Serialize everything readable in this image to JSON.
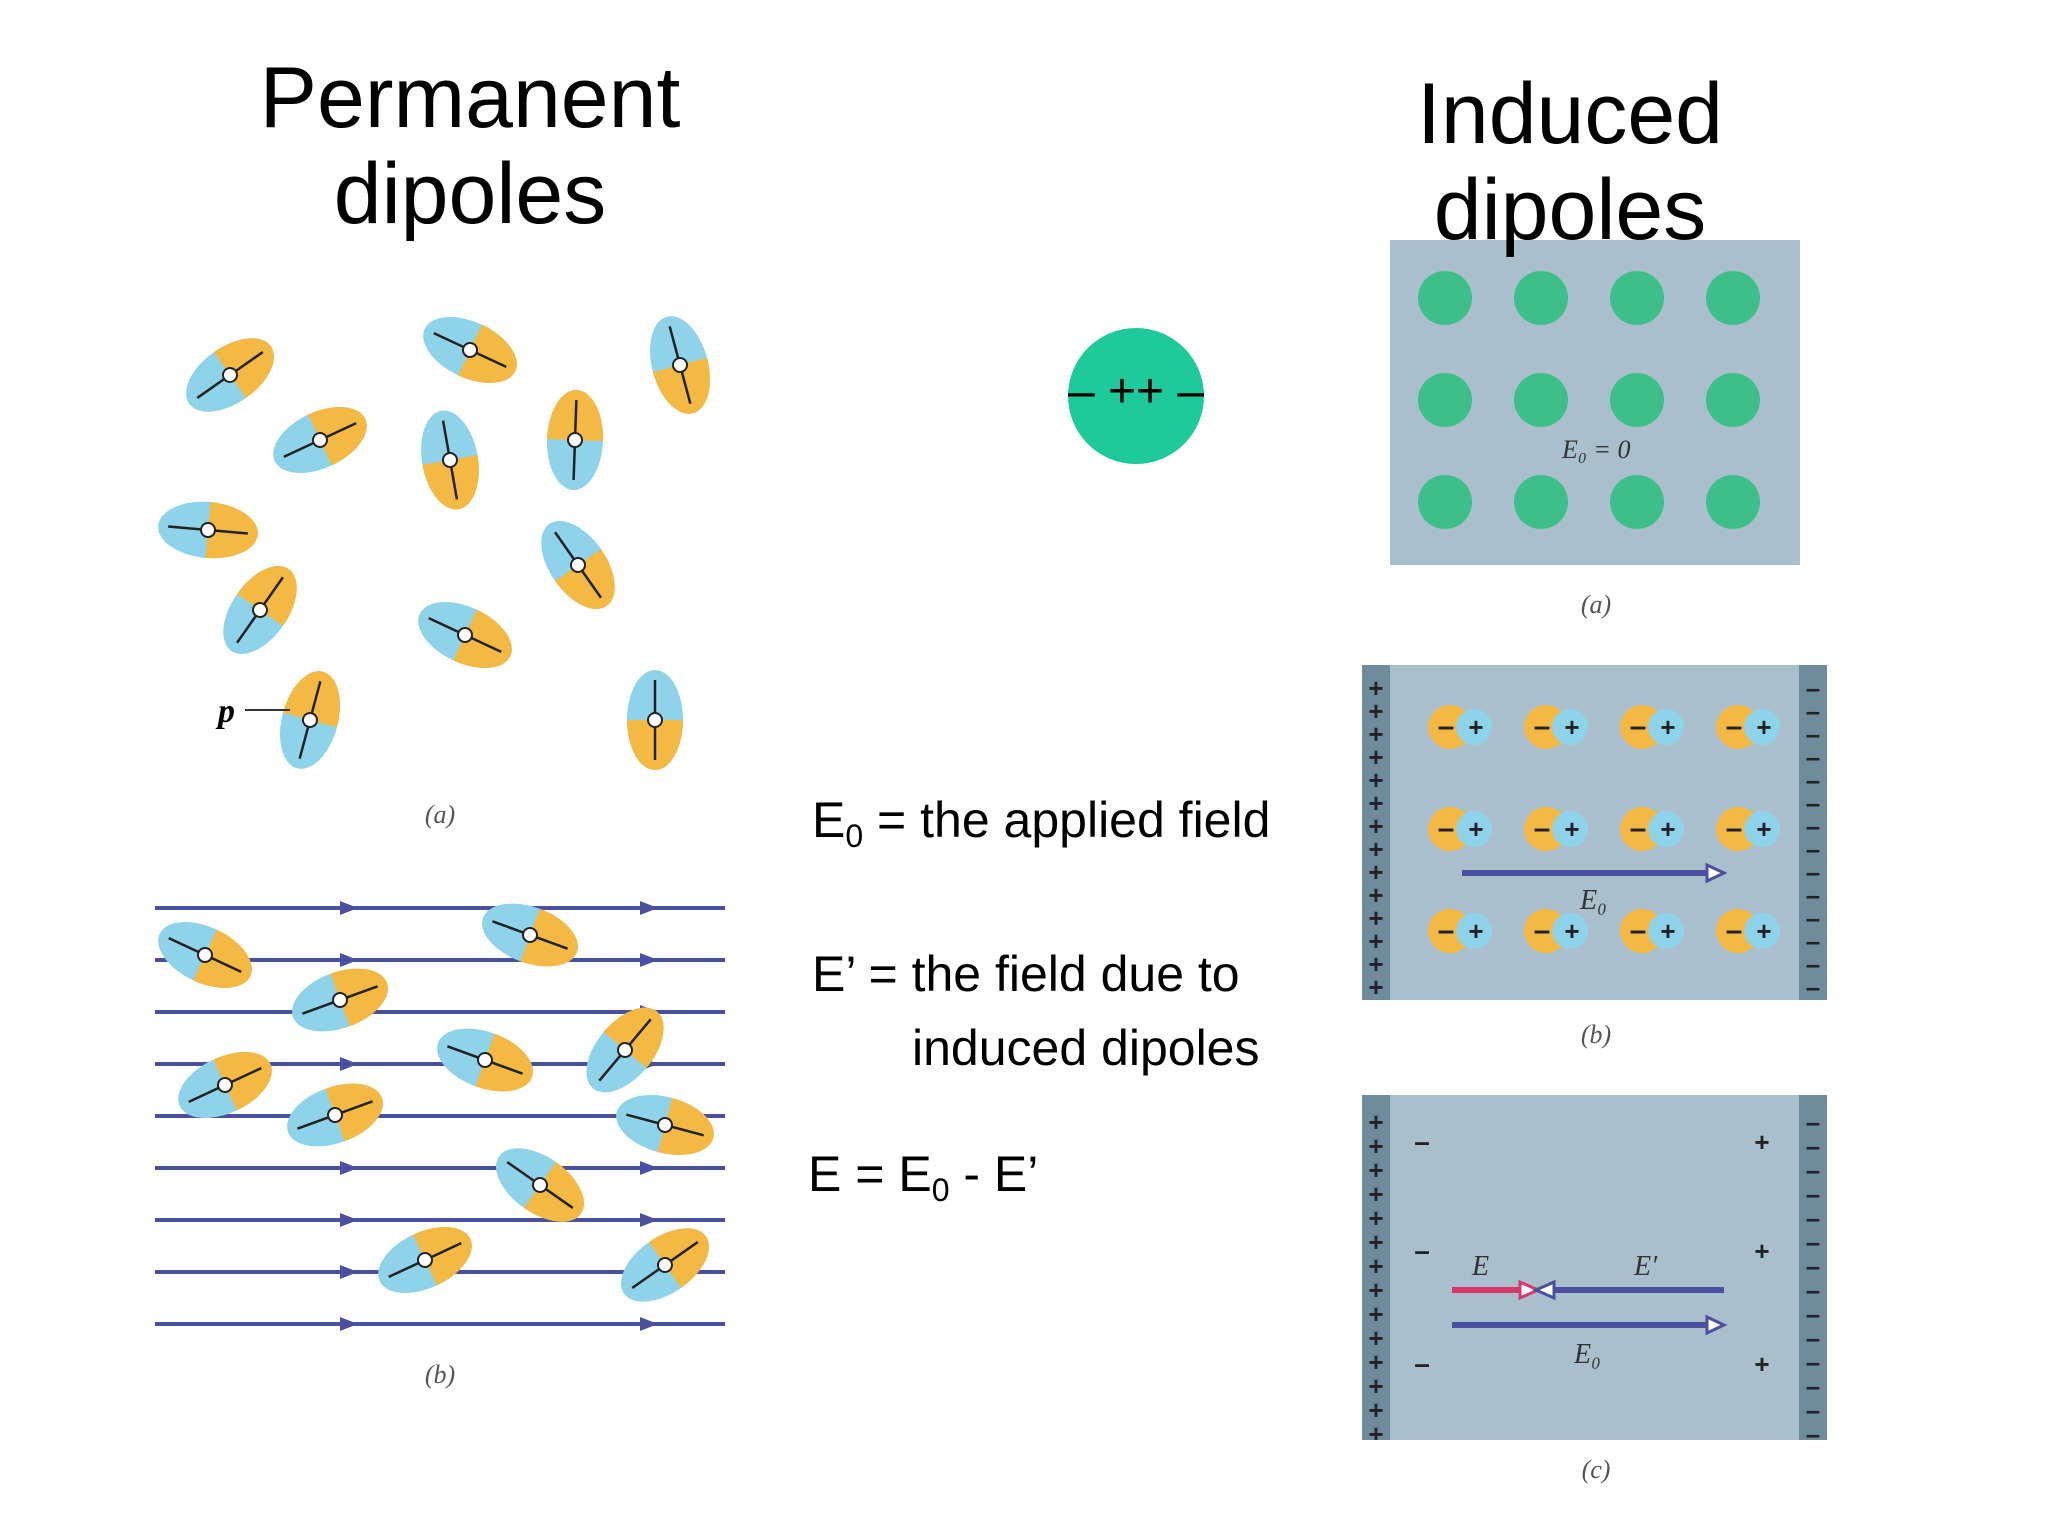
{
  "left_title": [
    "Permanent",
    "dipoles"
  ],
  "right_title": [
    "Induced",
    "dipoles"
  ],
  "captions": {
    "a": "(a)",
    "b": "(b)",
    "c": "(c)"
  },
  "labels": {
    "p": "p",
    "e0_zero": "E₀ = 0",
    "e0": "E₀",
    "e": "E",
    "e_prime": "E′"
  },
  "molecule": {
    "charges": "– ++ –"
  },
  "equations": {
    "applied": {
      "symbol": "E",
      "sub": "0",
      "text": " = the applied field"
    },
    "induced": {
      "line1": "E’ = the field due to",
      "line2": "induced dipoles"
    },
    "total": {
      "prefix": "E = E",
      "sub": "0",
      "suffix": " - E’"
    }
  },
  "plates": {
    "plus": "+",
    "minus": "–"
  },
  "colors": {
    "molecule_cyan": "#8fd3ea",
    "molecule_orange": "#f4b942",
    "atom_green": "#1ec99b",
    "slab": "#a9bfcc",
    "plate": "#6f8c9c",
    "field_line": "#4b4fa0",
    "field_e": "#d9366b",
    "dot_green": "#3dbf8a"
  }
}
